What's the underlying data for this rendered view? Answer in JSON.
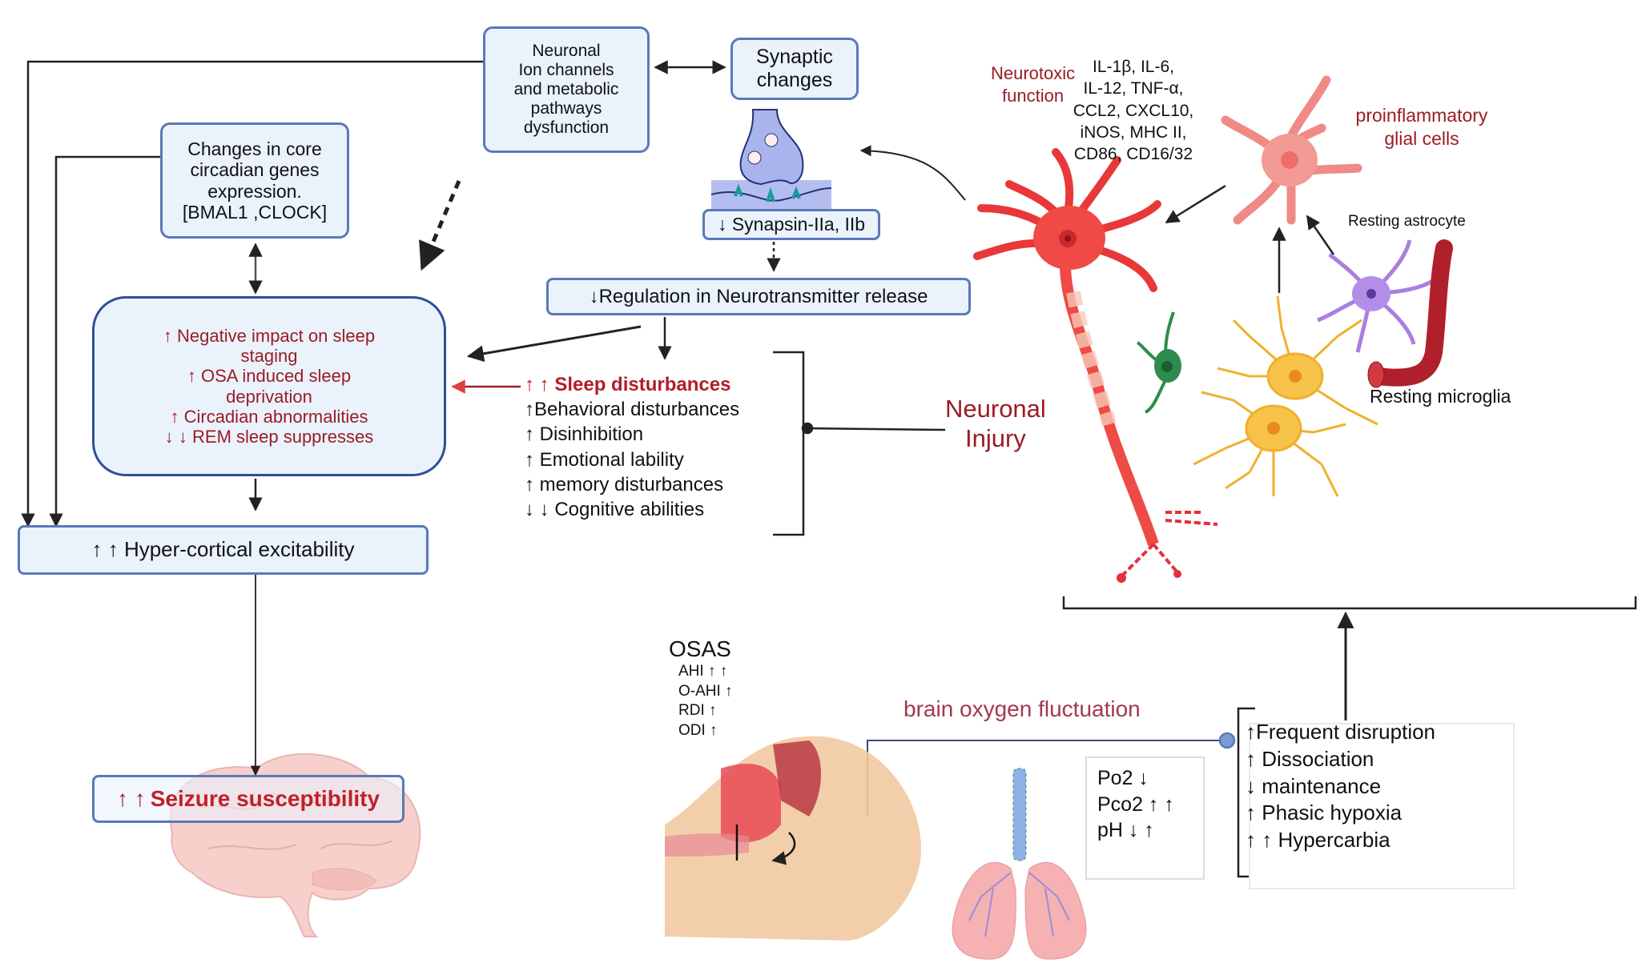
{
  "figure": {
    "colors": {
      "box_fill": "#eaf2fc",
      "box_border": "#5b79b8",
      "dark_red_text": "#9b1c24",
      "neuron_red": "#e8383a",
      "glia_pink": "#f08a86",
      "astrocyte_purple": "#a97fe0",
      "microglia_yellow": "#f3b73a",
      "oligodendrocyte_green": "#2e8b4e",
      "synapse_blue": "#aab4ec"
    },
    "neuronal_ion_box": {
      "lines": [
        "Neuronal",
        "Ion channels",
        "and  metabolic",
        "pathways",
        "dysfunction"
      ]
    },
    "synaptic_box": {
      "lines": [
        "Synaptic",
        "changes"
      ]
    },
    "circadian_box": {
      "lines": [
        "Changes in core",
        "circadian genes",
        "expression.",
        "[BMAL1 ,CLOCK]"
      ]
    },
    "synapsin_box": {
      "text": "↓ Synapsin-IIa, IIb"
    },
    "neurotransmitter_box": {
      "text": "↓Regulation in Neurotransmitter release"
    },
    "sleep_impact_box": {
      "lines": [
        "↑ Negative impact on sleep",
        "staging",
        "↑ OSA induced sleep",
        "deprivation",
        "↑ Circadian abnormalities",
        "↓ ↓ REM sleep suppresses"
      ]
    },
    "hyper_cortical_box": {
      "text": "↑ ↑ Hyper-cortical excitability"
    },
    "seizure_box": {
      "arrows": "↑ ↑",
      "text": "Seizure susceptibility"
    },
    "disturbances_list": {
      "highlight": "↑ ↑ Sleep disturbances",
      "items": [
        "↑Behavioral disturbances",
        "↑ Disinhibition",
        "↑ Emotional lability",
        "↑ memory disturbances",
        "↓ ↓ Cognitive abilities"
      ]
    },
    "neuronal_injury_label": {
      "lines": [
        "Neuronal",
        "Injury"
      ]
    },
    "neurotoxic_label": {
      "lines": [
        "Neurotoxic",
        "function"
      ]
    },
    "cytokines_label": {
      "lines": [
        "IL-1β, IL-6,",
        "IL-12, TNF-α,",
        "CCL2, CXCL10,",
        "iNOS, MHC II,",
        "CD86, CD16/32"
      ]
    },
    "proinflammatory_label": {
      "lines": [
        "proinflammatory",
        "glial cells"
      ]
    },
    "resting_astrocyte_label": "Resting astrocyte",
    "resting_microglia_label": "Resting microglia",
    "osas_block": {
      "title": "OSAS",
      "items": [
        "AHI ↑ ↑",
        "O-AHI ↑",
        "RDI ↑",
        "ODI ↑"
      ]
    },
    "brain_oxygen_label": "brain oxygen fluctuation",
    "blood_gas_box": {
      "items": [
        "Po2 ↓",
        "Pco2 ↑ ↑",
        "pH ↓ ↑"
      ]
    },
    "sleep_architecture_list": {
      "items": [
        "↑Frequent disruption",
        "↑ Dissociation",
        "↓ maintenance",
        "↑ Phasic hypoxia",
        "↑ ↑ Hypercarbia"
      ]
    },
    "illustrations": [
      "brain-icon",
      "synapse-icon",
      "neuron-icon",
      "reactive-glia-icon",
      "astrocyte-icon",
      "microglia-icon",
      "oligodendrocyte-icon",
      "blood-vessel-icon",
      "head-airway-icon",
      "lungs-icon"
    ]
  }
}
